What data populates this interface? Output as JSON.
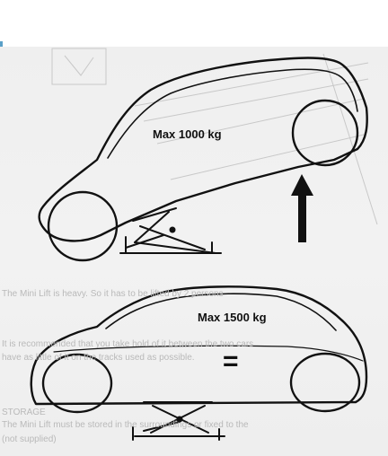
{
  "figure_top": {
    "label": "Max 1000 kg"
  },
  "figure_bottom": {
    "label": "Max 1500 kg",
    "equals_sign": "="
  },
  "bleed_through_text": {
    "line1": "The Mini Lift is heavy. So it has to be lifted by 2 persons",
    "line2": "It is recommended that you take hold of it between the two cars",
    "line3": "have as little of it on the tracks used as possible.",
    "heading": "STORAGE",
    "line4": "The Mini Lift must be stored in the surroundings or fixed to the",
    "line5": "(not supplied)"
  },
  "colors": {
    "line": "#111111",
    "background": "#f0f0f0"
  }
}
